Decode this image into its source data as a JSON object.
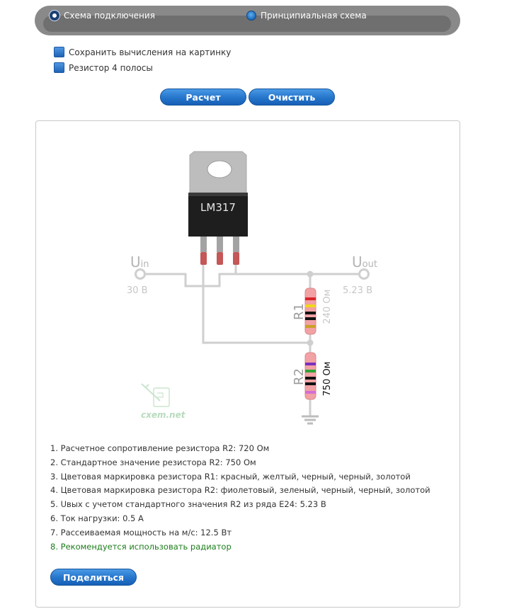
{
  "modes": [
    {
      "label": "Схема подключения",
      "selected": true
    },
    {
      "label": "Принципиальная схема",
      "selected": false
    }
  ],
  "options": [
    {
      "label": "Сохранить вычисления на картинку"
    },
    {
      "label": "Резистор 4 полосы"
    }
  ],
  "buttons": {
    "calculate": "Расчет",
    "clear": "Очистить",
    "share": "Поделиться"
  },
  "schematic": {
    "chip": "LM317",
    "uin_main": "U",
    "uin_sub": "in",
    "uin_value": "30 В",
    "uout_main": "U",
    "uout_sub": "out",
    "uout_value": "5.23 В",
    "r1_name": "R1",
    "r1_value": "240 Ом",
    "r2_name": "R2",
    "r2_value": "750 Ом",
    "watermark": "cxem.net"
  },
  "results": {
    "r1": "1. Расчетное сопротивление резистора R2: 720 Ом",
    "r2": "2. Стандартное значение резистора R2: 750 Ом",
    "r3": "3. Цветовая маркировка резистора R1: красный, желтый, черный, черный, золотой",
    "r4": "4. Цветовая маркировка резистора R2: фиолетовый, зеленый, черный, черный, золотой",
    "r5": "5. Uвых с учетом стандартного значения R2 из ряда E24: 5.23 В",
    "r6": "6. Ток нагрузки: 0.5 А",
    "r7": "7. Рассеиваемая мощность на м/с: 12.5 Вт",
    "r8": "8. Рекомендуется использовать радиатор"
  },
  "colors": {
    "accent": "#1d6fc4",
    "warning_text": "#1b7d1b",
    "wire": "#cfcfcf"
  }
}
